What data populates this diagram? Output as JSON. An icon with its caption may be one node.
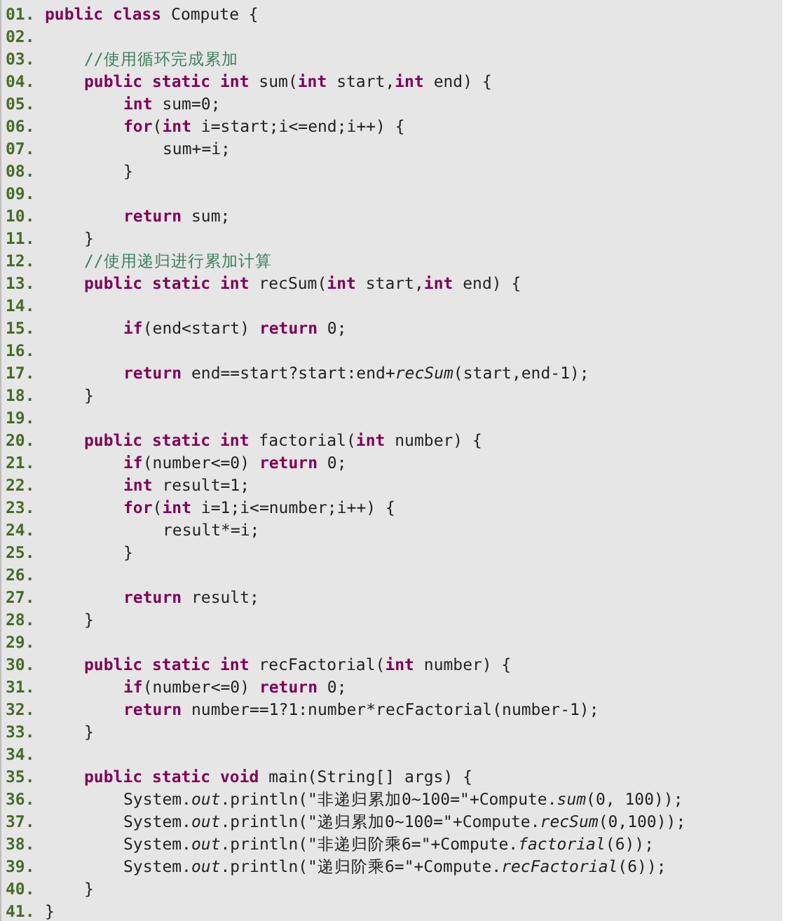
{
  "diagram": {
    "labels": [
      "01.",
      "**public** **class** Compute {",
      "02.",
      "03.",
      "//使用循环完成累加",
      "04.",
      "**public** **static** **int** sum(**int** start,**int** end) {",
      "05.",
      "**int** sum=0;",
      "06.",
      "**for**(**int** i=start;i<=end;i++) {",
      "07.",
      "sum+=i;",
      "08.",
      "}",
      "09.",
      "10.",
      "**return** sum;",
      "11.",
      "}",
      "12.",
      "//使用递归进行累加计算",
      "13.",
      "**public** **static** **int** recSum(**int** start,**int** end) {",
      "14.",
      "15.",
      "**if**(end<start) **return** 0;",
      "16.",
      "17.",
      "**return** end==start?start:end+*recSum*(start,end-1);",
      "18.",
      "}",
      "19.",
      "20.",
      "**public** **static** **int** factorial(**int** number) {",
      "21.",
      "**if**(number<=0) **return** 0;",
      "22.",
      "**int** result=1;",
      "23.",
      "**for**(**int** i=1;i<=number;i++) {",
      "24.",
      "result*=i;",
      "25.",
      "}",
      "26.",
      "27.",
      "**return** result;",
      "28.",
      "}",
      "29.",
      "30.",
      "**public** **static** **int** recFactorial(**int** number) {",
      "31.",
      "**if**(number<=0) **return** 0;",
      "32.",
      "**return** number==1?1:number*recFactorial(number-1);",
      "33.",
      "}",
      "34.",
      "35.",
      "**public** **static** **void** main(String[] args) {",
      "36.",
      "System.*out*.println(\"非递归累加0~100=\"+Compute.*sum*(0, 100));",
      "37.",
      "System.*out*.println(\"递归累加0~100=\"+Compute.*recSum*(0,100));",
      "38.",
      "System.*out*.println(\"非递归阶乘6=\"+Compute.*factorial*(6));",
      "39.",
      "System.*out*.println(\"递归阶乘6=\"+Compute.*recFactorial*(6));",
      "40.",
      "}",
      "41.",
      "}"
    ]
  }
}
